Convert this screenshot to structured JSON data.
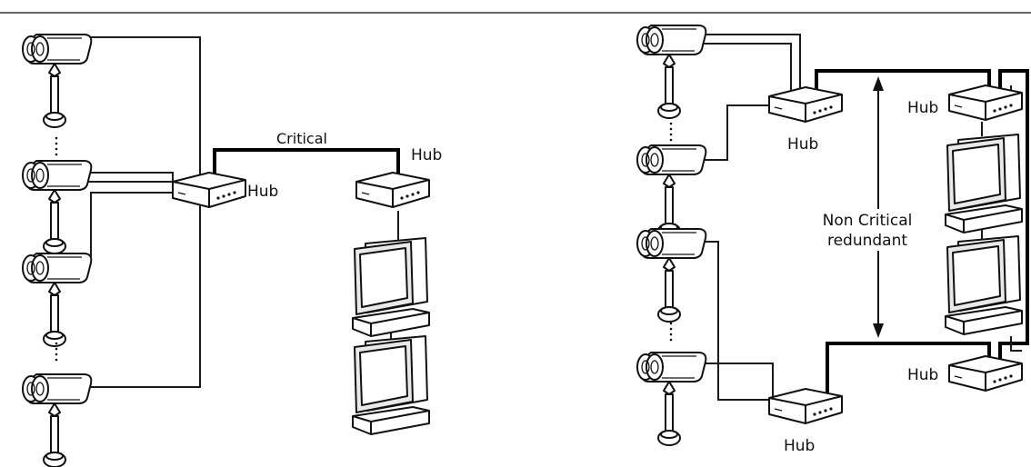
{
  "left_diagram": {
    "critical_label": "Critical",
    "camera_hub_label": "Hub",
    "monitor_hub_label": "Hub"
  },
  "right_diagram": {
    "hub_top_left_label": "Hub",
    "hub_top_right_label": "Hub",
    "hub_bottom_right_label": "Hub",
    "hub_bottom_left_label": "Hub",
    "annotation_line1": "Non Critical",
    "annotation_line2": "redundant"
  },
  "icons": [
    "network-camera-icon",
    "network-hub-icon",
    "crt-monitor-icon"
  ]
}
